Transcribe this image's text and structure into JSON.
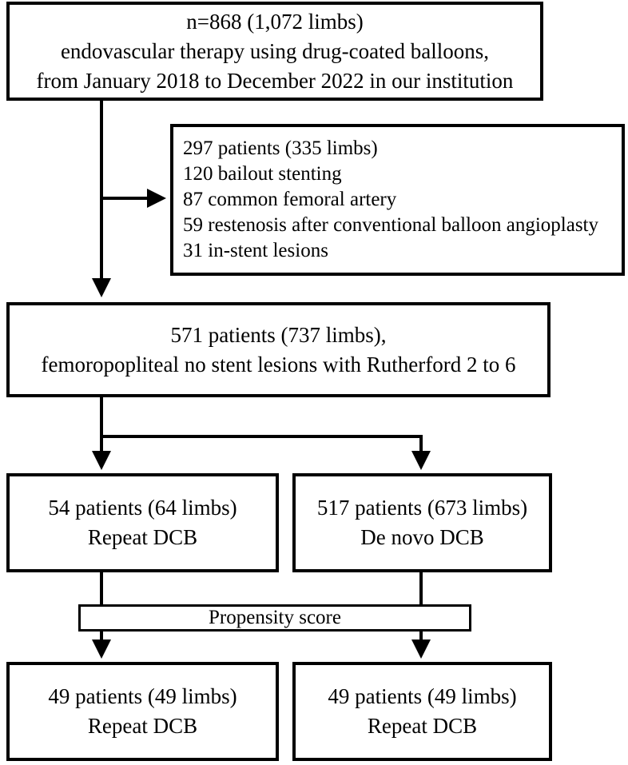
{
  "boxes": {
    "top": {
      "lines": [
        "n=868 (1,072 limbs)",
        "endovascular therapy using drug-coated balloons,",
        "from January 2018 to December 2022 in our institution"
      ]
    },
    "exclusion": {
      "lines": [
        "297 patients (335 limbs)",
        "120 bailout stenting",
        "87 common femoral artery",
        "59 restenosis after conventional balloon angioplasty",
        "31 in-stent lesions"
      ]
    },
    "eligible": {
      "lines": [
        "571 patients (737 limbs),",
        "femoropopliteal no stent lesions with Rutherford 2 to 6"
      ]
    },
    "repeat": {
      "lines": [
        "54 patients (64 limbs)",
        "Repeat DCB"
      ]
    },
    "denovo": {
      "lines": [
        "517 patients (673 limbs)",
        "De novo DCB"
      ]
    },
    "propensity": {
      "label": "Propensity score"
    },
    "matched_left": {
      "lines": [
        "49 patients (49 limbs)",
        "Repeat DCB"
      ]
    },
    "matched_right": {
      "lines": [
        "49 patients (49 limbs)",
        "Repeat DCB"
      ]
    }
  },
  "colors": {
    "line": "#000000",
    "box_border": "#000000",
    "background": "#ffffff"
  }
}
